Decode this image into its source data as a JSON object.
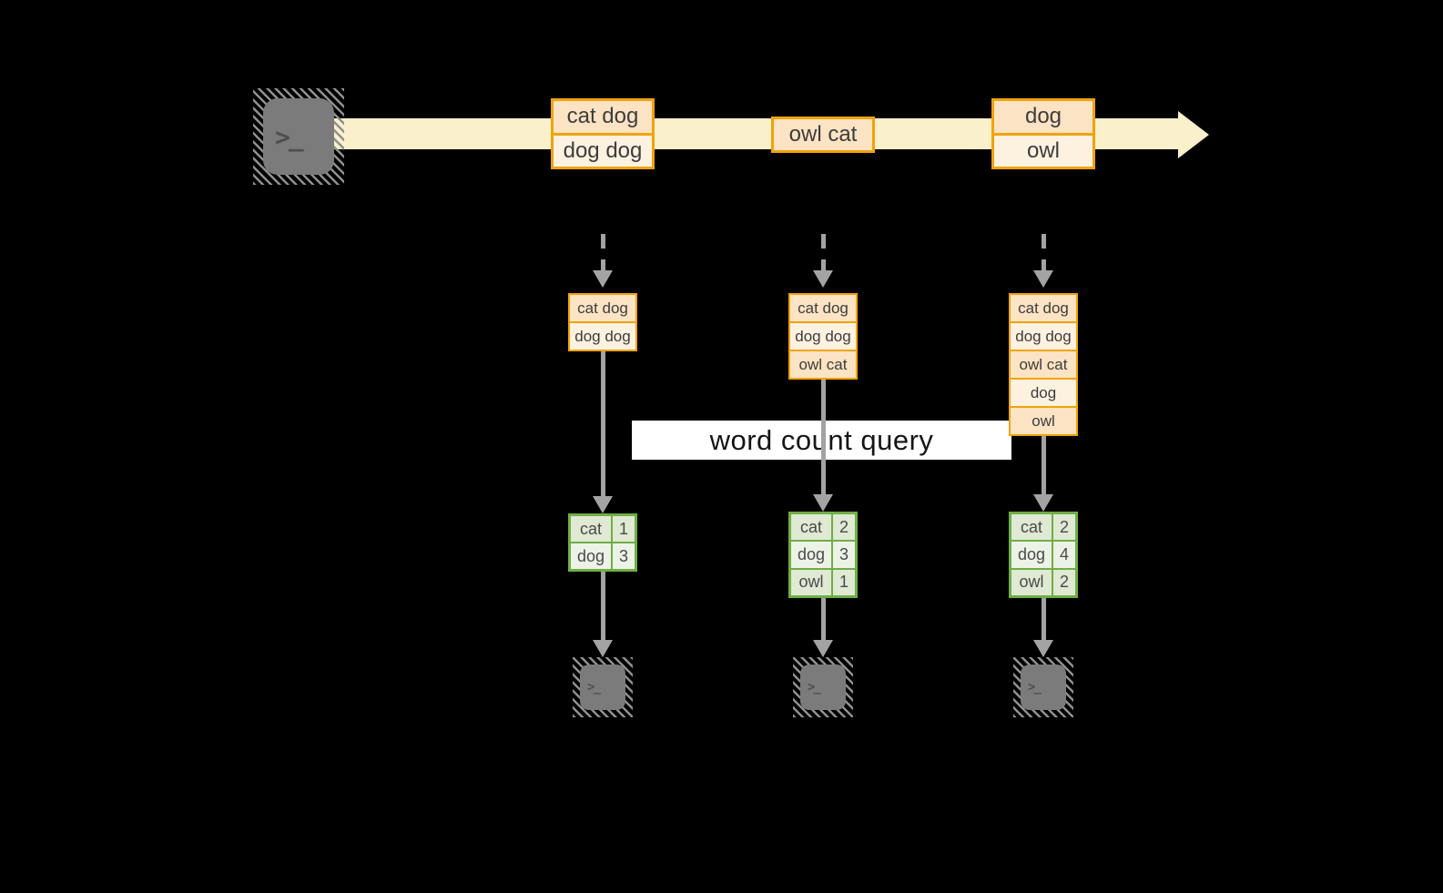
{
  "colors": {
    "gold": "#F0A30A",
    "peach": "#FBE3C3",
    "cream": "#FDF1E0",
    "green": "#6FAE44",
    "sage": "#DFE9D3",
    "lsage": "#EDF2E7",
    "stream": "#FAF0CB",
    "arrow": "#A3A3A3",
    "banner": "#FFFFFF",
    "bg": "#000000"
  },
  "terminal": {
    "glyph": ">_"
  },
  "banner": {
    "label": "word count query"
  },
  "stream_batches": [
    {
      "rows": [
        "cat dog",
        "dog dog"
      ]
    },
    {
      "rows": [
        "owl cat"
      ]
    },
    {
      "rows": [
        "dog",
        "owl"
      ]
    }
  ],
  "columns": [
    {
      "state": [
        "cat dog",
        "dog dog"
      ],
      "counts": [
        {
          "word": "cat",
          "count": "1"
        },
        {
          "word": "dog",
          "count": "3"
        }
      ]
    },
    {
      "state": [
        "cat dog",
        "dog dog",
        "owl cat"
      ],
      "counts": [
        {
          "word": "cat",
          "count": "2"
        },
        {
          "word": "dog",
          "count": "3"
        },
        {
          "word": "owl",
          "count": "1"
        }
      ]
    },
    {
      "state": [
        "cat dog",
        "dog dog",
        "owl cat",
        "dog",
        "owl"
      ],
      "counts": [
        {
          "word": "cat",
          "count": "2"
        },
        {
          "word": "dog",
          "count": "4"
        },
        {
          "word": "owl",
          "count": "2"
        }
      ]
    }
  ]
}
